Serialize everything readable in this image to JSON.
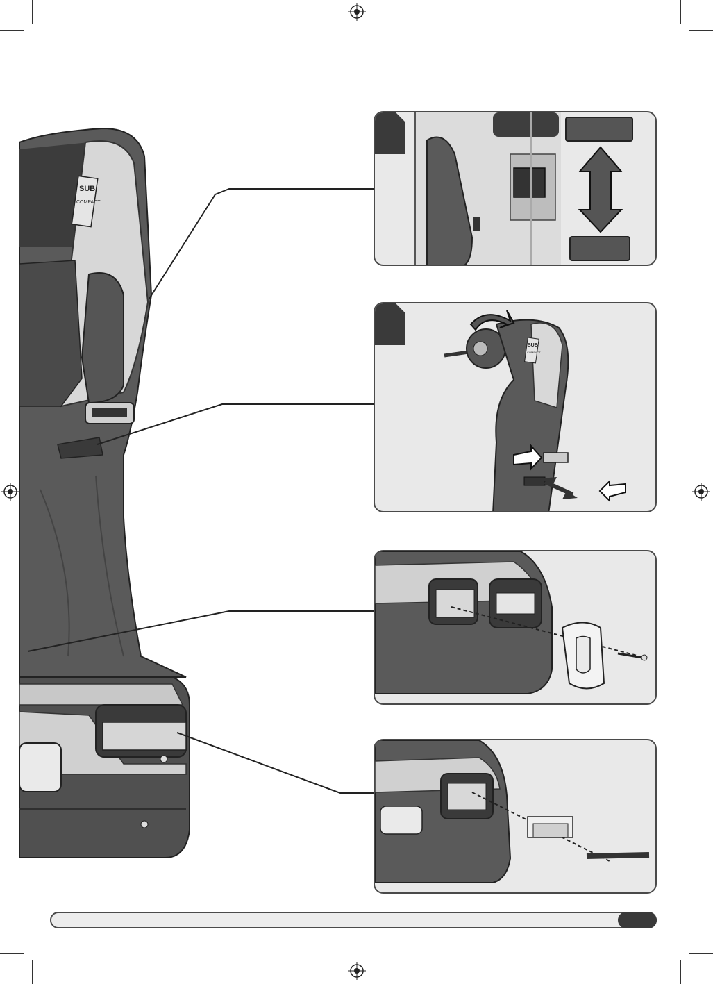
{
  "tool_badge": {
    "line1": "SUB",
    "line2": "COMPACT"
  },
  "panels": [
    {
      "number": "",
      "speed_high": "",
      "speed_low": ""
    },
    {
      "number": "",
      "badge_line1": "SUB",
      "badge_line2": "COMPACT"
    },
    {
      "number": ""
    },
    {
      "number": ""
    }
  ],
  "footer": {
    "page_number": ""
  },
  "colors": {
    "panel_bg": "#e9e9e9",
    "panel_border": "#4a4a4a",
    "dark": "#3a3a3a",
    "body_grey": "#5a5a5a"
  }
}
